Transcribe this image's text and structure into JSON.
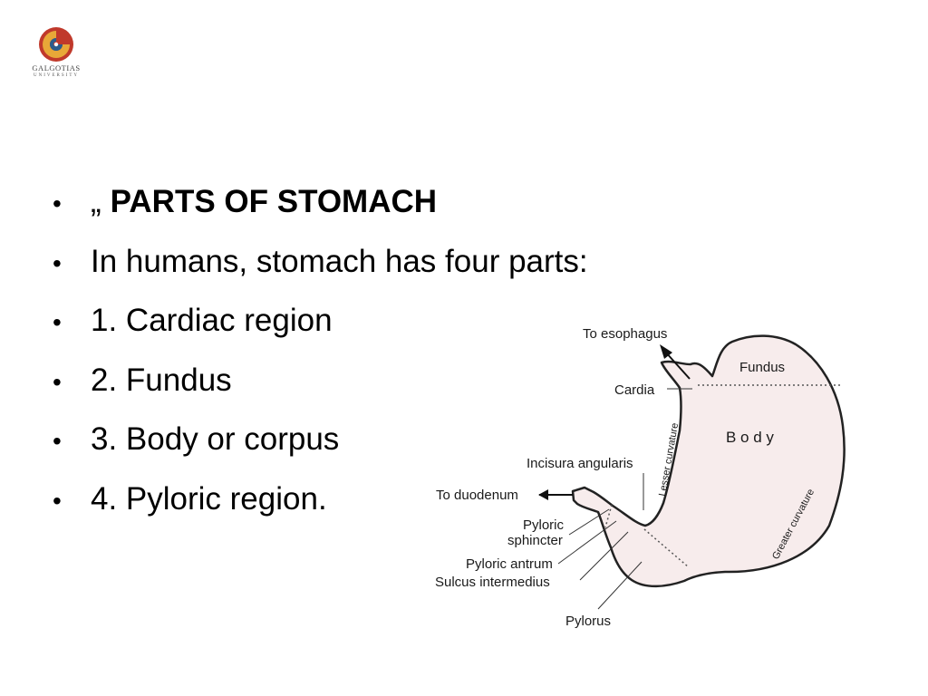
{
  "logo": {
    "name": "GALGOTIAS",
    "subtitle": "UNIVERSITY",
    "colors": {
      "red": "#c0392b",
      "gold": "#e8a838",
      "blue": "#2c5d8c"
    }
  },
  "bullet_symbol": "•",
  "slide": {
    "heading_prefix": "„",
    "heading": "PARTS OF STOMACH",
    "items": [
      "In humans, stomach has four parts:",
      "1. Cardiac region",
      "2. Fundus",
      "3. Body or corpus",
      "4. Pyloric region."
    ]
  },
  "diagram": {
    "fill_color": "#f7ecec",
    "labels": {
      "to_esophagus": "To esophagus",
      "fundus": "Fundus",
      "cardia": "Cardia",
      "body": "B o d y",
      "lesser_curvature": "Lesser curvature",
      "greater_curvature": "Greater curvature",
      "incisura_angularis": "Incisura angularis",
      "to_duodenum": "To duodenum",
      "pyloric_sphincter_1": "Pyloric",
      "pyloric_sphincter_2": "sphincter",
      "pyloric_antrum": "Pyloric antrum",
      "sulcus_intermedius": "Sulcus intermedius",
      "pylorus": "Pylorus"
    }
  }
}
